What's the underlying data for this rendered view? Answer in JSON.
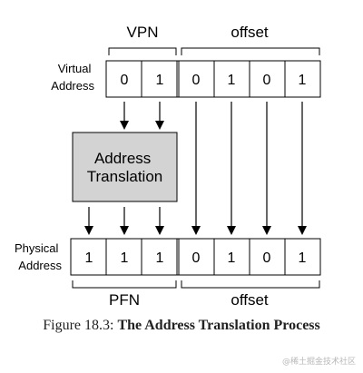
{
  "labels": {
    "vpn": "VPN",
    "offset_top": "offset",
    "virtual_address": [
      "Virtual",
      "Address"
    ],
    "translation_box": [
      "Address",
      "Translation"
    ],
    "physical_address": [
      "Physical",
      "Address"
    ],
    "pfn": "PFN",
    "offset_bottom": "offset"
  },
  "virtual_bits": [
    "0",
    "1",
    "0",
    "1",
    "0",
    "1"
  ],
  "physical_bits": [
    "1",
    "1",
    "1",
    "0",
    "1",
    "0",
    "1"
  ],
  "caption": {
    "prefix": "Figure 18.3:",
    "title": "The Address Translation Process"
  },
  "watermark": "@稀土掘金技术社区",
  "colors": {
    "translation_fill": "#d3d3d3",
    "line": "#000000"
  }
}
